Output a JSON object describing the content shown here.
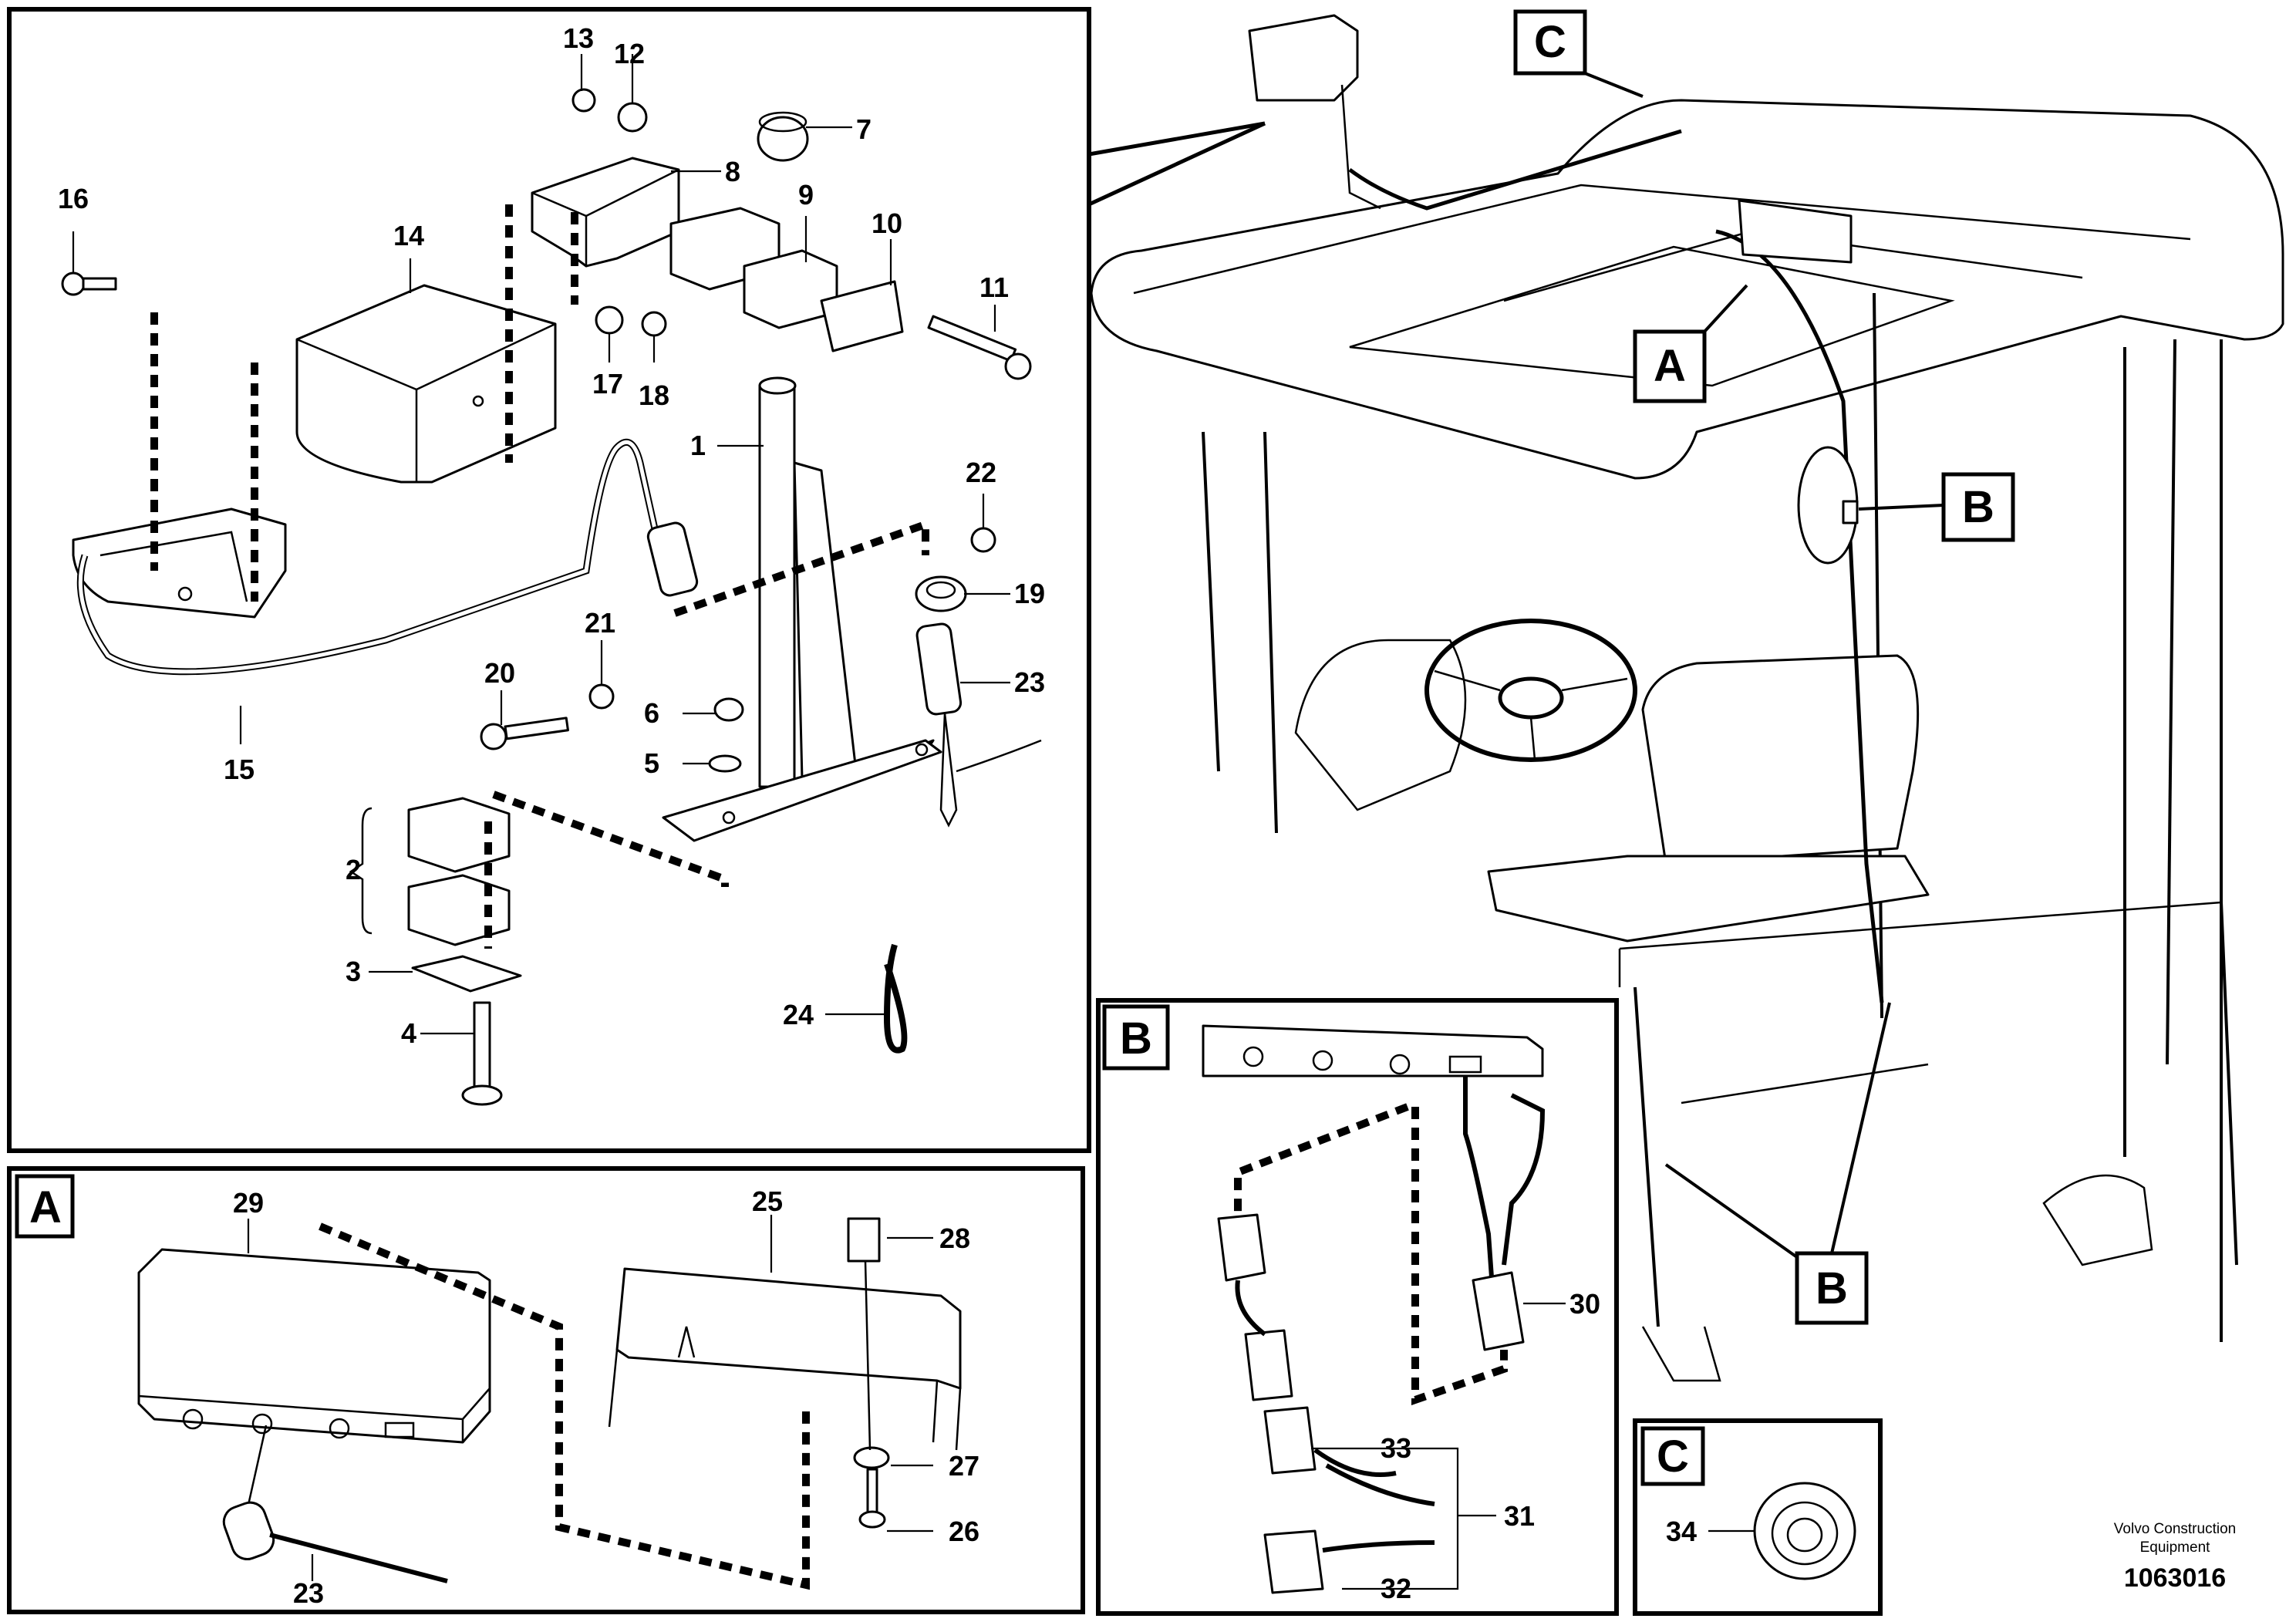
{
  "main_view": {
    "labels": [
      "1",
      "2",
      "3",
      "4",
      "5",
      "6",
      "7",
      "8",
      "9",
      "10",
      "11",
      "12",
      "13",
      "14",
      "15",
      "16",
      "17",
      "18",
      "19",
      "20",
      "21",
      "22",
      "23",
      "24"
    ]
  },
  "detail_a": {
    "letter": "A",
    "labels": [
      "29",
      "25",
      "28",
      "27",
      "26",
      "23"
    ]
  },
  "detail_b": {
    "letter": "B",
    "labels": [
      "30",
      "33",
      "31",
      "32"
    ]
  },
  "detail_c": {
    "letter": "C",
    "labels": [
      "34"
    ]
  },
  "overview": {
    "callouts": [
      "A",
      "B",
      "B",
      "C"
    ]
  },
  "footer": {
    "credit_line1": "Volvo Construction",
    "credit_line2": "Equipment",
    "doc_number": "1063016"
  }
}
